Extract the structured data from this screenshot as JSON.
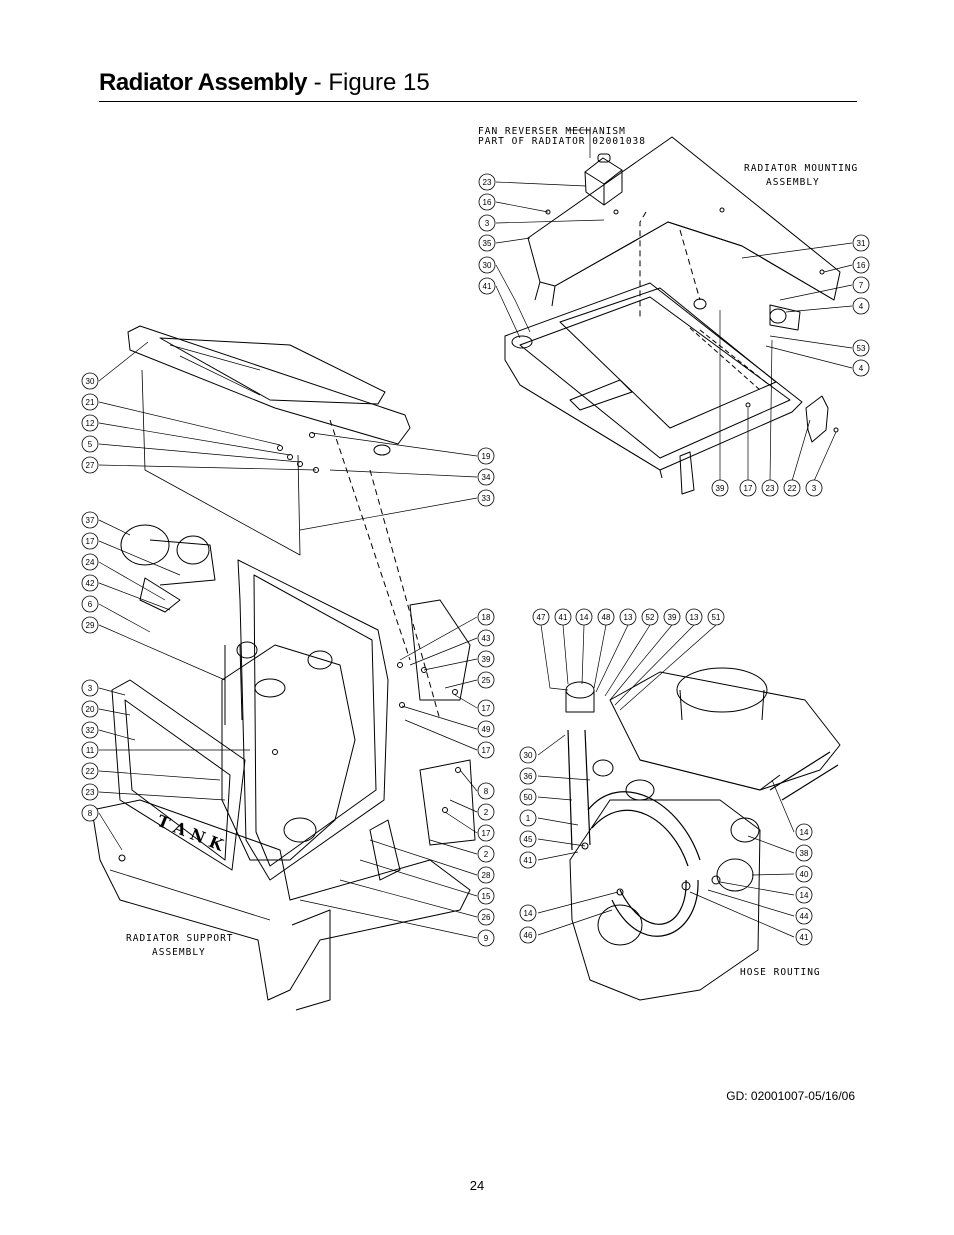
{
  "page": {
    "title_bold": "Radiator Assembly",
    "title_rest": " - Figure 15",
    "drawing_code": "GD: 02001007-05/16/06",
    "page_number": "24"
  },
  "diagram": {
    "labels": {
      "fan_reverser_1": "FAN REVERSER MECHANISM",
      "fan_reverser_2": "PART OF RADIATOR 02001038",
      "mounting_1": "RADIATOR MOUNTING",
      "mounting_2": "ASSEMBLY",
      "support_1": "RADIATOR SUPPORT",
      "support_2": "ASSEMBLY",
      "hose_routing": "HOSE ROUTING",
      "tank": "T A N K"
    },
    "callouts": {
      "mounting_left": [
        "23",
        "16",
        "3",
        "35",
        "30",
        "41"
      ],
      "mounting_right": [
        "31",
        "16",
        "7",
        "4",
        "53",
        "4"
      ],
      "mounting_bottom": [
        "39",
        "17",
        "23",
        "22",
        "3"
      ],
      "support_left": [
        "30",
        "21",
        "12",
        "5",
        "27",
        "37",
        "17",
        "24",
        "42",
        "6",
        "29",
        "3",
        "20",
        "32",
        "11",
        "22",
        "23",
        "8"
      ],
      "support_right": [
        "19",
        "34",
        "33",
        "18",
        "43",
        "39",
        "25",
        "17",
        "49",
        "17",
        "8",
        "2",
        "17",
        "2",
        "28",
        "15",
        "26",
        "9"
      ],
      "hose_top": [
        "47",
        "41",
        "14",
        "48",
        "13",
        "52",
        "39",
        "13",
        "51"
      ],
      "hose_left": [
        "30",
        "36",
        "50",
        "1",
        "45",
        "41",
        "14",
        "46"
      ],
      "hose_right": [
        "14",
        "38",
        "40",
        "14",
        "44",
        "41"
      ]
    }
  }
}
